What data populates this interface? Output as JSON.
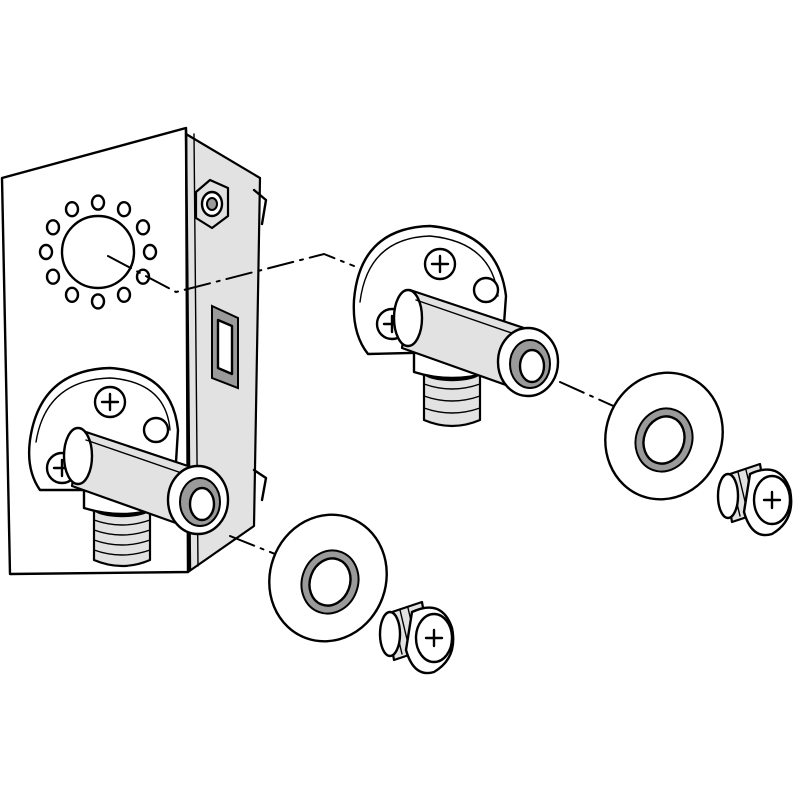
{
  "figure": {
    "description_visible_text": "",
    "colors": {
      "line": "#000000",
      "fill": "#ffffff",
      "shade": "#e2e2e2",
      "dark": "#9a9a9a"
    },
    "parts": [
      {
        "id": "mounting-bracket",
        "icon": "bracket-plate-icon"
      },
      {
        "id": "elbow-fitting-mounted",
        "icon": "pipe-elbow-icon"
      },
      {
        "id": "elbow-fitting-exploded",
        "icon": "pipe-elbow-icon"
      },
      {
        "id": "washer-lower",
        "icon": "washer-icon"
      },
      {
        "id": "washer-upper",
        "icon": "washer-icon"
      },
      {
        "id": "plug-screw-lower",
        "icon": "plug-screw-icon"
      },
      {
        "id": "plug-screw-upper",
        "icon": "plug-screw-icon"
      }
    ]
  }
}
